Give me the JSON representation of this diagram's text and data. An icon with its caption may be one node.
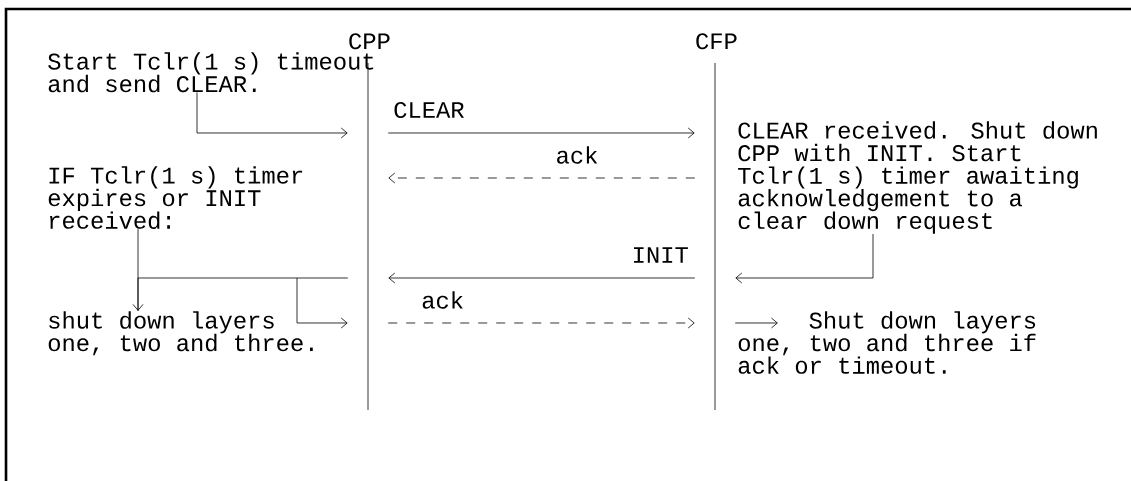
{
  "diagram": {
    "nodes": [
      {
        "text": [
          "CPP"
        ]
      },
      {
        "text": [
          "CFP"
        ]
      },
      {
        "text": [
          "Start Tclr(1 s) timeout and send CLEAR."
        ]
      },
      {
        "text": [
          "CLEAR received. Shut down CPP with INIT. Start Tclr(1 s) timer awaiting acknowledgement to a clear down request"
        ]
      },
      {
        "text": [
          "IF Tclr(1 s) timer expires or INIT received:"
        ]
      },
      {
        "text": [
          "shut down layers one, two and three."
        ]
      },
      {
        "text": [
          "Shut down layers one, two and three if ack or timeout."
        ]
      }
    ],
    "edges": [
      {
        "from": 0,
        "to": 1,
        "arrow": "to",
        "label": "CLEAR"
      },
      {
        "from": 1,
        "to": 0,
        "arrow": "to",
        "label": "ack",
        "style": "dashed"
      },
      {
        "from": 1,
        "to": 0,
        "arrow": "to",
        "label": "INIT"
      },
      {
        "from": 0,
        "to": 1,
        "arrow": "to",
        "label": "ack",
        "style": "dashed"
      },
      {
        "from": 2,
        "to": 0,
        "arrow": "to"
      },
      {
        "from": 3,
        "to": 1,
        "arrow": "to"
      },
      {
        "from": 0,
        "to": 5,
        "arrow": "to"
      },
      {
        "from": 4,
        "to": 5,
        "arrow": "none"
      },
      {
        "from": null,
        "to": 0,
        "arrow": "to"
      },
      {
        "from": 1,
        "to": 6,
        "arrow": "to"
      }
    ]
  }
}
